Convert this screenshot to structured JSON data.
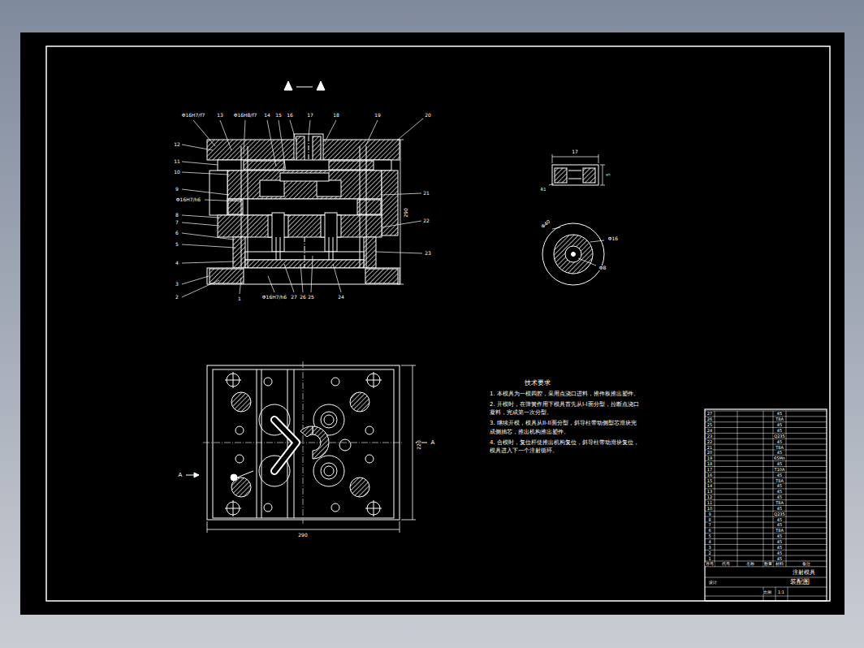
{
  "diagram": {
    "labels": [
      "Φ16H7/f7",
      "13",
      "Φ16H8/f7",
      "14",
      "15",
      "16",
      "17",
      "18",
      "19",
      "20",
      "12",
      "11",
      "10",
      "9",
      "Φ16H7/h6",
      "8",
      "7",
      "6",
      "5",
      "4",
      "3",
      "2",
      "1",
      "Φ16H7/h6",
      "27",
      "26",
      "25",
      "24",
      "21",
      "22",
      "23",
      "290",
      "A",
      "A",
      "220",
      "290",
      "17",
      "5",
      "R1",
      "Φ40",
      "Φ16",
      "Φ8",
      "技术要求",
      "1. 本模具为一模四腔，采用点浇口进料，推件板推出塑件。",
      "2. 开模时，在弹簧作用下模具首先从I-I面分型，拉断点浇口凝料，完成第一次分型。",
      "3. 继续开模，模具从II-II面分型，斜导柱带动侧型芯滑块完成侧抽芯，推出机构推出塑件。",
      "4. 合模时，复位杆使推出机构复位，斜导柱带动滑块复位，模具进入下一个注射循环。",
      "27",
      "45",
      "26",
      "T8A",
      "25",
      "45",
      "24",
      "45",
      "23",
      "Q235",
      "22",
      "45",
      "21",
      "T8A",
      "20",
      "45",
      "19",
      "65Mn",
      "18",
      "45",
      "17",
      "T10A",
      "16",
      "45",
      "15",
      "T8A",
      "14",
      "45",
      "13",
      "45",
      "12",
      "45",
      "11",
      "T8A",
      "10",
      "45",
      "9",
      "Q235",
      "8",
      "45",
      "7",
      "45",
      "6",
      "T8A",
      "5",
      "45",
      "4",
      "45",
      "3",
      "45",
      "2",
      "45",
      "1",
      "45",
      "序号",
      "代号",
      "名称",
      "数量",
      "材料",
      "备注",
      "注射模具",
      "装配图",
      "比例",
      "1:1",
      "设计"
    ]
  }
}
